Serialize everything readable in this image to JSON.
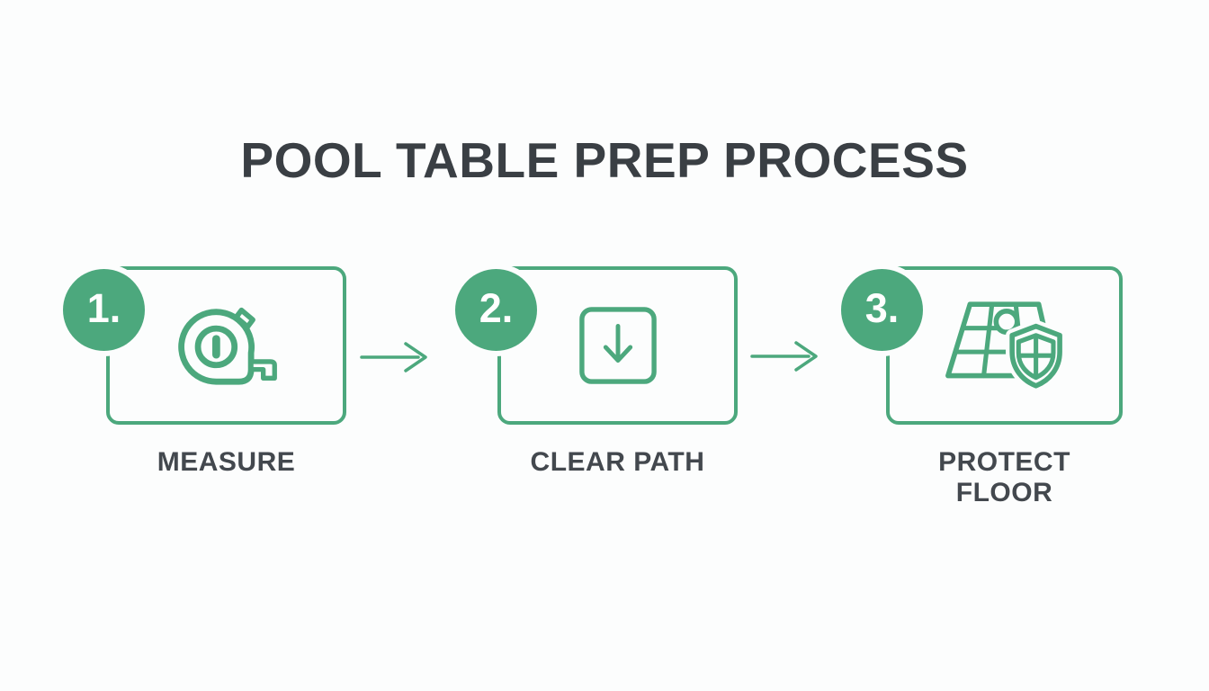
{
  "title": "POOL TABLE PREP PROCESS",
  "steps": [
    {
      "number": "1.",
      "label": "MEASURE",
      "icon": "tape-measure-icon"
    },
    {
      "number": "2.",
      "label": "CLEAR PATH",
      "icon": "down-arrow-box-icon"
    },
    {
      "number": "3.",
      "label": "PROTECT FLOOR",
      "icon": "floor-shield-icon"
    }
  ],
  "colors": {
    "accent_green": "#4CA87D",
    "title_text": "#3A3F44",
    "label_text": "#43484E",
    "badge_text": "#FFFFFF",
    "background": "#FCFDFD"
  }
}
